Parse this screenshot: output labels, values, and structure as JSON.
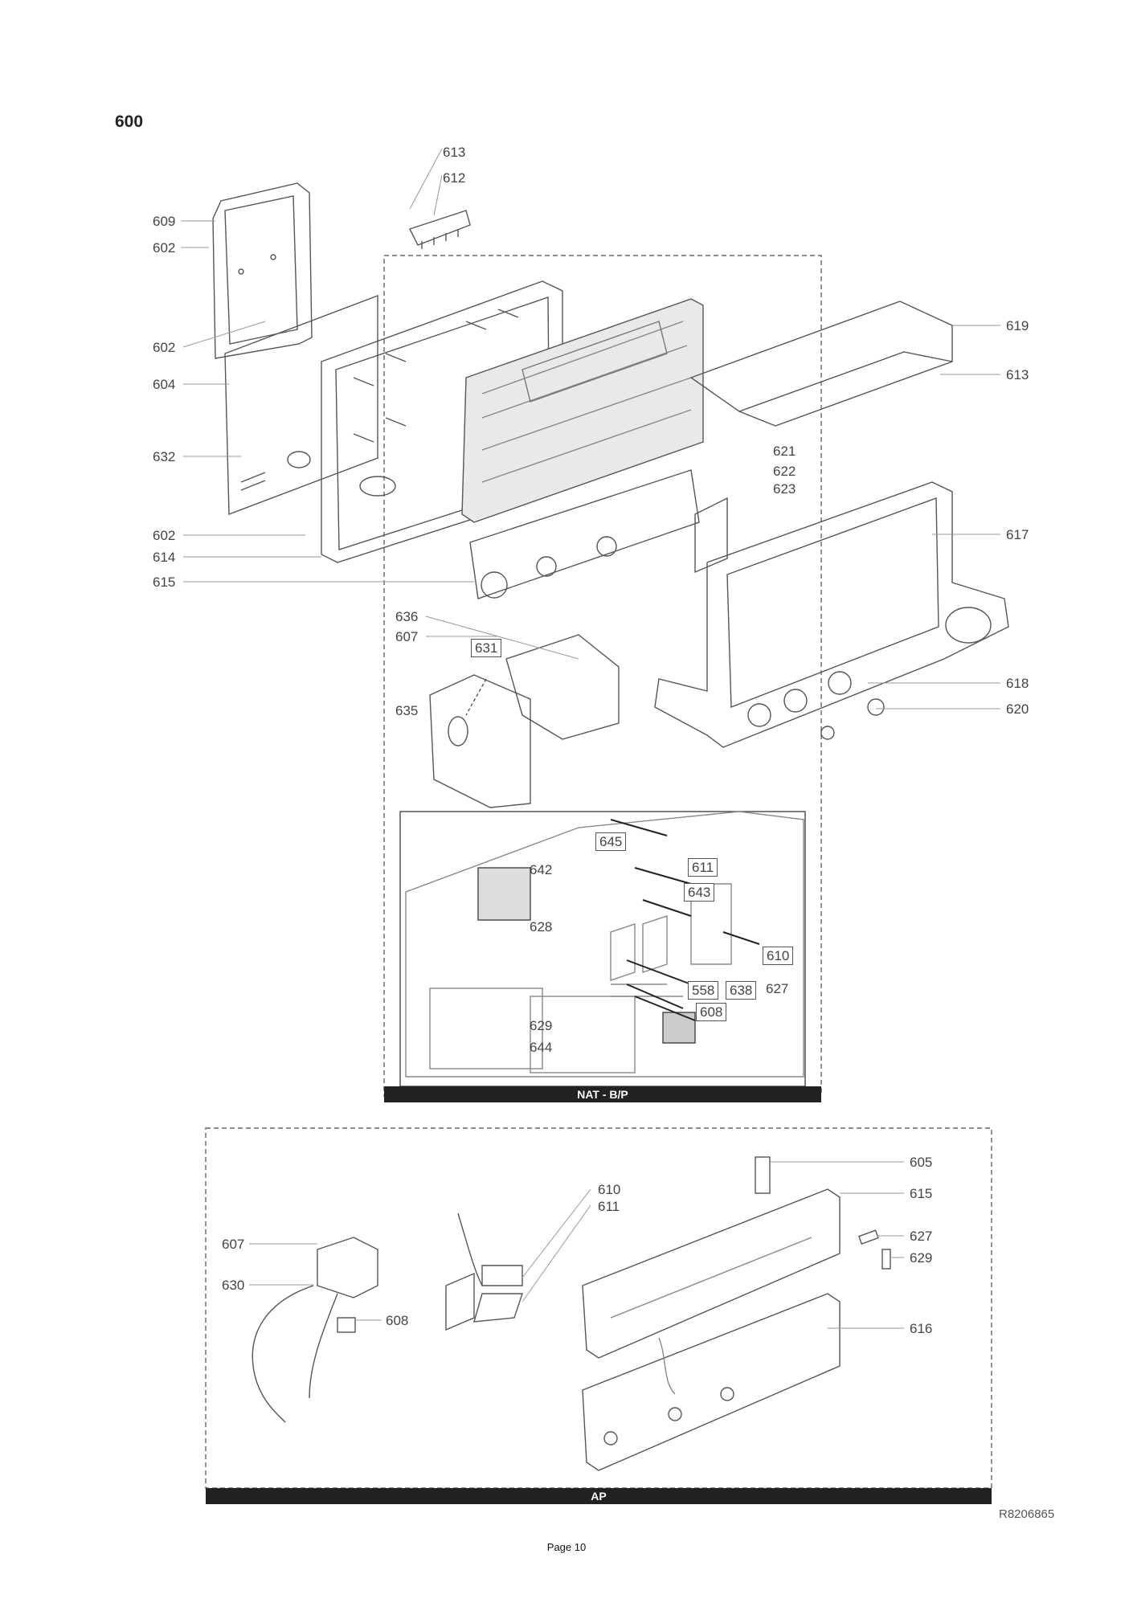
{
  "heading": "600",
  "callouts_upper": {
    "l613a": "613",
    "l612": "612",
    "l609": "609",
    "l602a": "602",
    "l602b": "602",
    "l604": "604",
    "l632": "632",
    "l602c": "602",
    "l614": "614",
    "l615": "615",
    "l619": "619",
    "l613b": "613",
    "l621": "621",
    "l622": "622",
    "l623": "623",
    "l617": "617",
    "l636": "636",
    "l607": "607",
    "l631": "631",
    "l635": "635",
    "l618": "618",
    "l620": "620"
  },
  "callouts_inset": {
    "l645": "645",
    "l642": "642",
    "l611": "611",
    "l643": "643",
    "l628": "628",
    "l610": "610",
    "l558": "558",
    "l638": "638",
    "l627": "627",
    "l608": "608",
    "l629": "629",
    "l644": "644"
  },
  "section_upper_label": "NAT - B/P",
  "callouts_lower": {
    "l605": "605",
    "l610": "610",
    "l611": "611",
    "l615": "615",
    "l627": "627",
    "l629": "629",
    "l607": "607",
    "l630": "630",
    "l608": "608",
    "l616": "616"
  },
  "section_lower_label": "AP",
  "drawing_ref": "R8206865",
  "footer": "Page 10"
}
